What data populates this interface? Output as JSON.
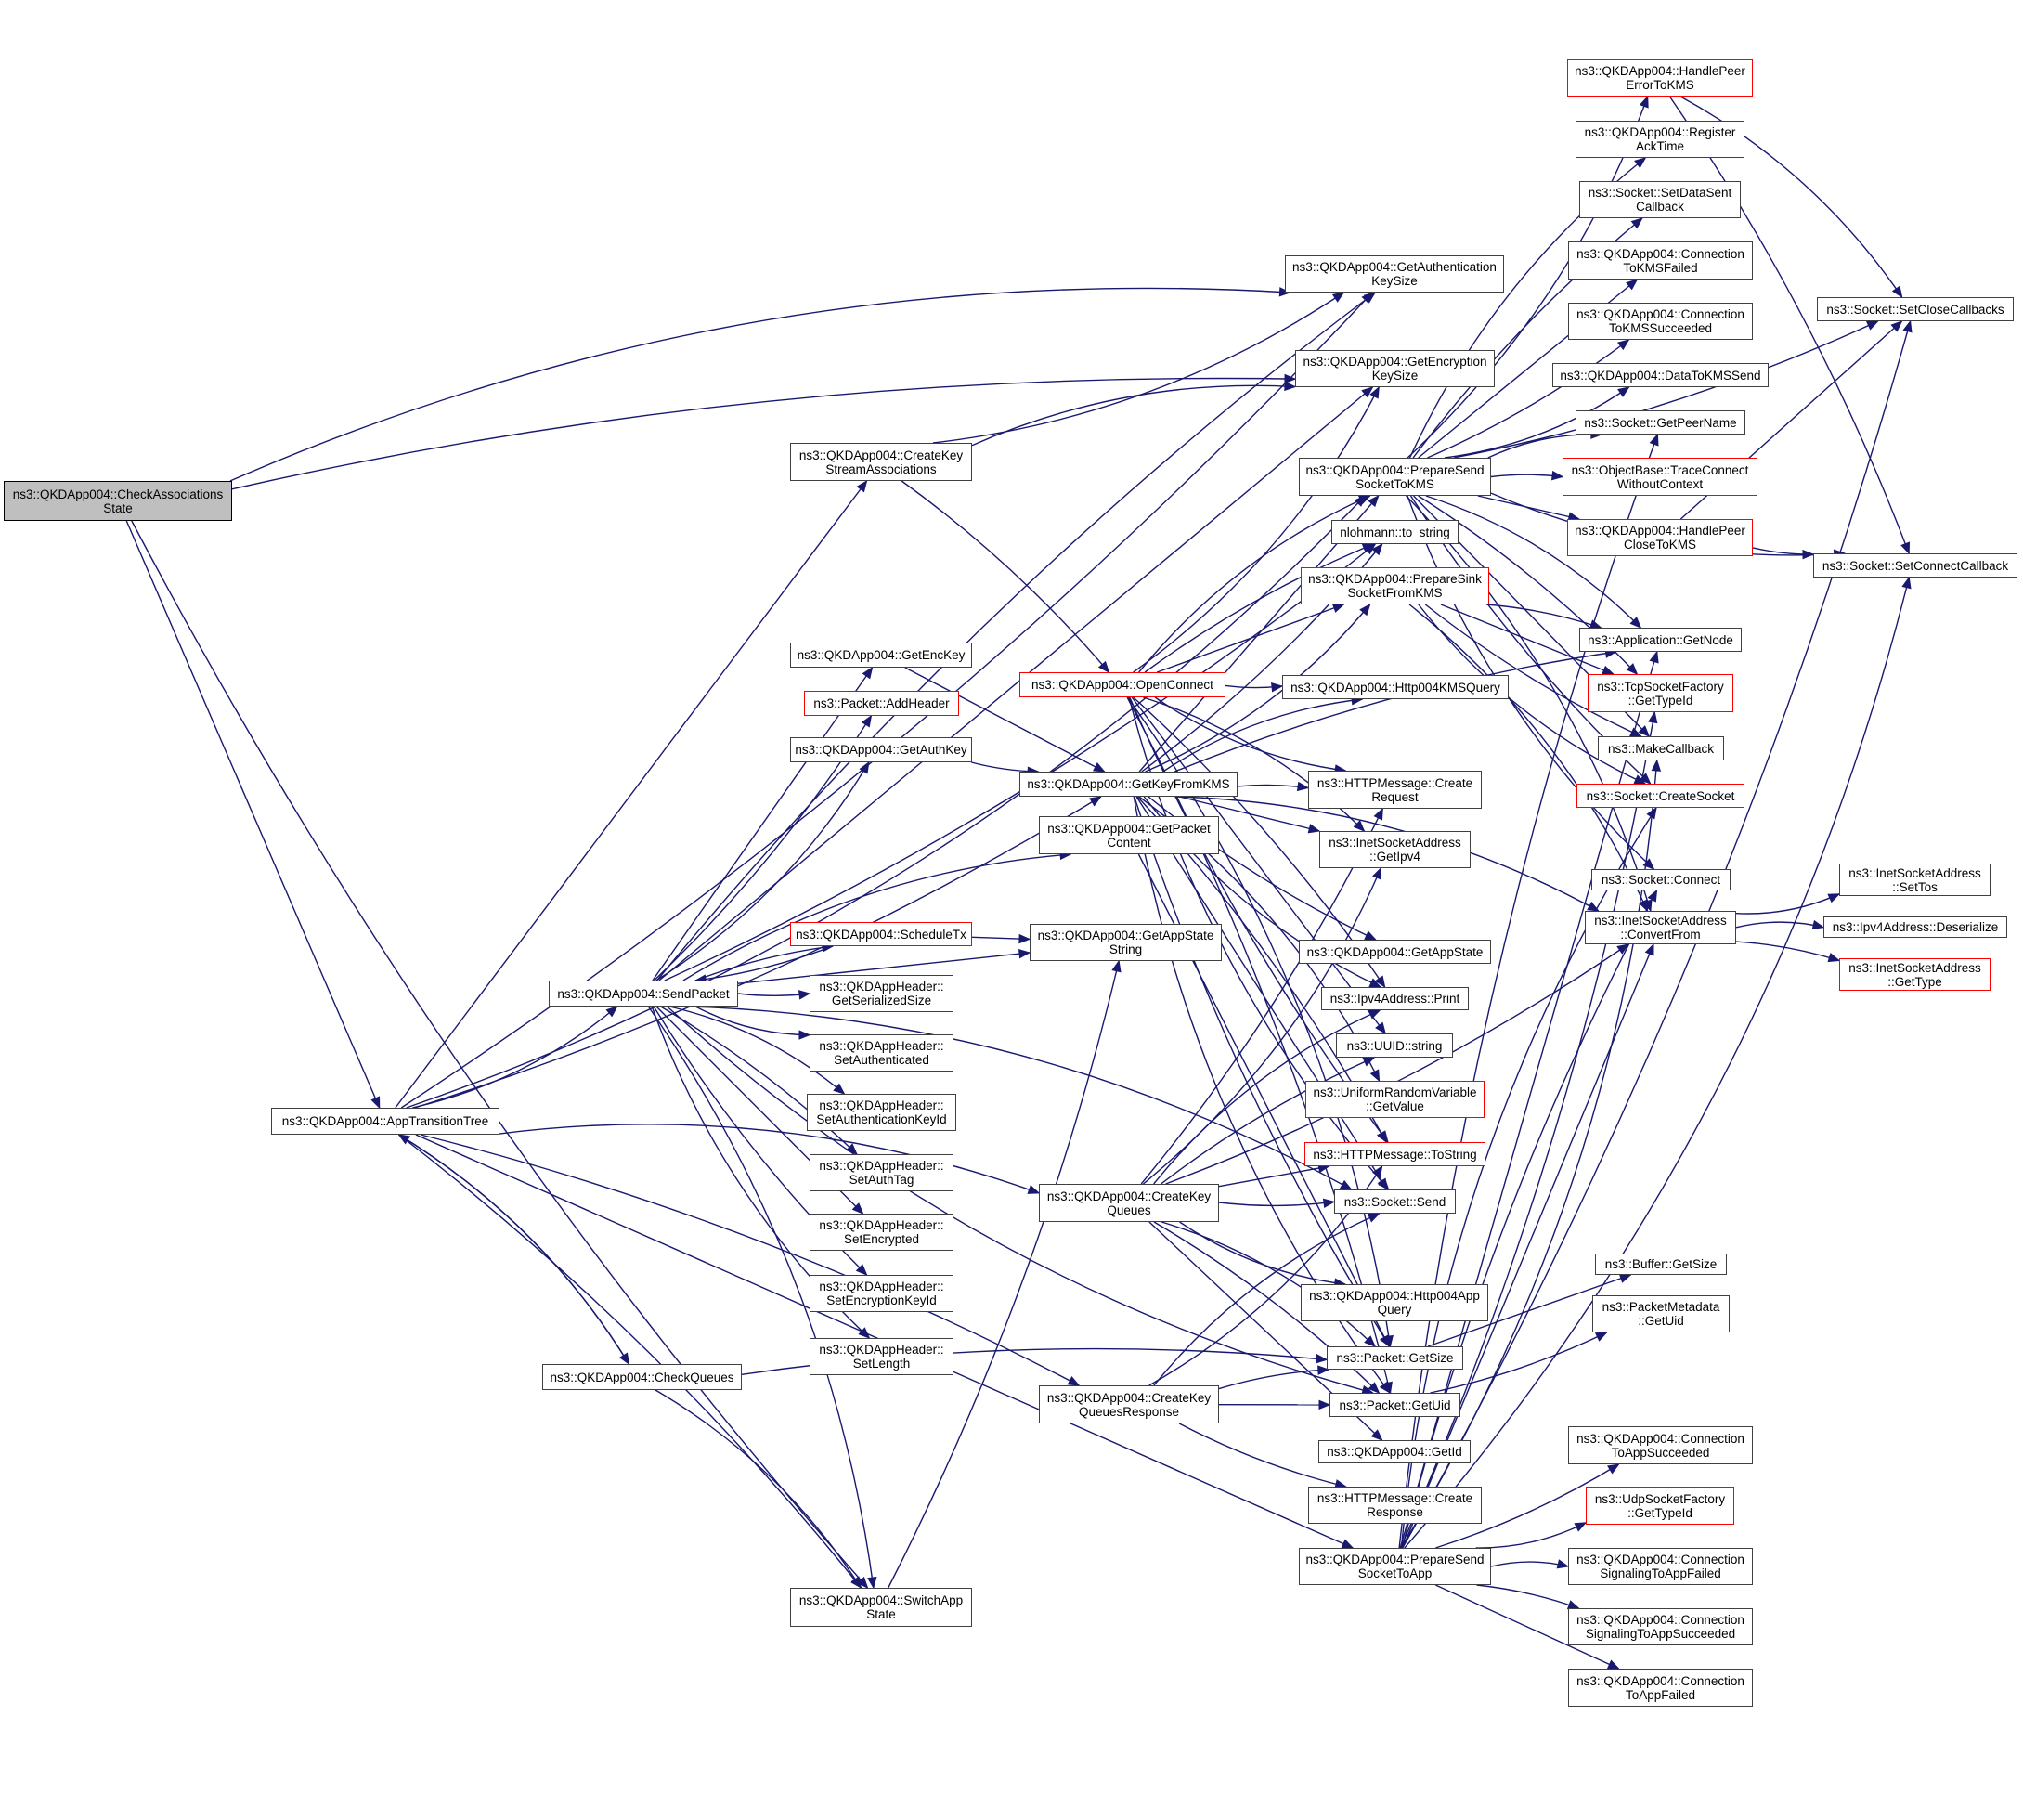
{
  "title": "Call graph of ns3::QKDApp004::CheckAssociationsState",
  "colors": {
    "edge": "#191970",
    "root_fill": "#bfbfbf",
    "border": "#404040",
    "external_border": "#ff0000"
  },
  "nodes": {
    "check_associations_state": {
      "lines": [
        "ns3::QKDApp004::CheckAssociations",
        "State"
      ],
      "kind": "root"
    },
    "app_transition_tree": {
      "lines": [
        "ns3::QKDApp004::AppTransitionTree"
      ],
      "kind": "normal"
    },
    "send_packet": {
      "lines": [
        "ns3::QKDApp004::SendPacket"
      ],
      "kind": "normal"
    },
    "check_queues": {
      "lines": [
        "ns3::QKDApp004::CheckQueues"
      ],
      "kind": "normal"
    },
    "switch_app_state": {
      "lines": [
        "ns3::QKDApp004::SwitchApp",
        "State"
      ],
      "kind": "normal"
    },
    "create_key_stream_associations": {
      "lines": [
        "ns3::QKDApp004::CreateKey",
        "StreamAssociations"
      ],
      "kind": "normal"
    },
    "get_enc_key": {
      "lines": [
        "ns3::QKDApp004::GetEncKey"
      ],
      "kind": "normal"
    },
    "packet_add_header": {
      "lines": [
        "ns3::Packet::AddHeader"
      ],
      "kind": "red"
    },
    "get_auth_key": {
      "lines": [
        "ns3::QKDApp004::GetAuthKey"
      ],
      "kind": "normal"
    },
    "schedule_tx": {
      "lines": [
        "ns3::QKDApp004::ScheduleTx"
      ],
      "kind": "red"
    },
    "hdr_get_serialized_size": {
      "lines": [
        "ns3::QKDAppHeader::",
        "GetSerializedSize"
      ],
      "kind": "normal"
    },
    "hdr_set_authenticated": {
      "lines": [
        "ns3::QKDAppHeader::",
        "SetAuthenticated"
      ],
      "kind": "normal"
    },
    "hdr_set_authentication_key_id": {
      "lines": [
        "ns3::QKDAppHeader::",
        "SetAuthenticationKeyId"
      ],
      "kind": "normal"
    },
    "hdr_set_auth_tag": {
      "lines": [
        "ns3::QKDAppHeader::",
        "SetAuthTag"
      ],
      "kind": "normal"
    },
    "hdr_set_encrypted": {
      "lines": [
        "ns3::QKDAppHeader::",
        "SetEncrypted"
      ],
      "kind": "normal"
    },
    "hdr_set_encryption_key_id": {
      "lines": [
        "ns3::QKDAppHeader::",
        "SetEncryptionKeyId"
      ],
      "kind": "normal"
    },
    "hdr_set_length": {
      "lines": [
        "ns3::QKDAppHeader::",
        "SetLength"
      ],
      "kind": "normal"
    },
    "open_connect": {
      "lines": [
        "ns3::QKDApp004::OpenConnect"
      ],
      "kind": "red"
    },
    "get_key_from_kms": {
      "lines": [
        "ns3::QKDApp004::GetKeyFromKMS"
      ],
      "kind": "normal"
    },
    "get_packet_content": {
      "lines": [
        "ns3::QKDApp004::GetPacket",
        "Content"
      ],
      "kind": "normal"
    },
    "get_app_state_string": {
      "lines": [
        "ns3::QKDApp004::GetAppState",
        "String"
      ],
      "kind": "normal"
    },
    "create_key_queues": {
      "lines": [
        "ns3::QKDApp004::CreateKey",
        "Queues"
      ],
      "kind": "normal"
    },
    "create_key_queues_response": {
      "lines": [
        "ns3::QKDApp004::CreateKey",
        "QueuesResponse"
      ],
      "kind": "normal"
    },
    "get_authentication_key_size": {
      "lines": [
        "ns3::QKDApp004::GetAuthentication",
        "KeySize"
      ],
      "kind": "normal"
    },
    "get_encryption_key_size": {
      "lines": [
        "ns3::QKDApp004::GetEncryption",
        "KeySize"
      ],
      "kind": "normal"
    },
    "prepare_send_socket_to_kms": {
      "lines": [
        "ns3::QKDApp004::PrepareSend",
        "SocketToKMS"
      ],
      "kind": "normal"
    },
    "nlohmann_to_string": {
      "lines": [
        "nlohmann::to_string"
      ],
      "kind": "normal"
    },
    "prepare_sink_socket_from_kms": {
      "lines": [
        "ns3::QKDApp004::PrepareSink",
        "SocketFromKMS"
      ],
      "kind": "red"
    },
    "http004_kms_query": {
      "lines": [
        "ns3::QKDApp004::Http004KMSQuery"
      ],
      "kind": "normal"
    },
    "http_create_request": {
      "lines": [
        "ns3::HTTPMessage::Create",
        "Request"
      ],
      "kind": "normal"
    },
    "inet_get_ipv4": {
      "lines": [
        "ns3::InetSocketAddress",
        "::GetIpv4"
      ],
      "kind": "normal"
    },
    "get_app_state": {
      "lines": [
        "ns3::QKDApp004::GetAppState"
      ],
      "kind": "normal"
    },
    "ipv4_print": {
      "lines": [
        "ns3::Ipv4Address::Print"
      ],
      "kind": "normal"
    },
    "uuid_string": {
      "lines": [
        "ns3::UUID::string"
      ],
      "kind": "normal"
    },
    "uniform_get_value": {
      "lines": [
        "ns3::UniformRandomVariable",
        "::GetValue"
      ],
      "kind": "red"
    },
    "http_to_string": {
      "lines": [
        "ns3::HTTPMessage::ToString"
      ],
      "kind": "red"
    },
    "socket_send": {
      "lines": [
        "ns3::Socket::Send"
      ],
      "kind": "normal"
    },
    "http004_app_query": {
      "lines": [
        "ns3::QKDApp004::Http004App",
        "Query"
      ],
      "kind": "normal"
    },
    "packet_get_size": {
      "lines": [
        "ns3::Packet::GetSize"
      ],
      "kind": "normal"
    },
    "packet_get_uid": {
      "lines": [
        "ns3::Packet::GetUid"
      ],
      "kind": "normal"
    },
    "get_id": {
      "lines": [
        "ns3::QKDApp004::GetId"
      ],
      "kind": "normal"
    },
    "http_create_response": {
      "lines": [
        "ns3::HTTPMessage::Create",
        "Response"
      ],
      "kind": "normal"
    },
    "prepare_send_socket_to_app": {
      "lines": [
        "ns3::QKDApp004::PrepareSend",
        "SocketToApp"
      ],
      "kind": "normal"
    },
    "handle_peer_error_to_kms": {
      "lines": [
        "ns3::QKDApp004::HandlePeer",
        "ErrorToKMS"
      ],
      "kind": "red"
    },
    "register_ack_time": {
      "lines": [
        "ns3::QKDApp004::Register",
        "AckTime"
      ],
      "kind": "normal"
    },
    "socket_set_data_sent_callback": {
      "lines": [
        "ns3::Socket::SetDataSent",
        "Callback"
      ],
      "kind": "normal"
    },
    "connection_to_kms_failed": {
      "lines": [
        "ns3::QKDApp004::Connection",
        "ToKMSFailed"
      ],
      "kind": "normal"
    },
    "connection_to_kms_succeeded": {
      "lines": [
        "ns3::QKDApp004::Connection",
        "ToKMSSucceeded"
      ],
      "kind": "normal"
    },
    "data_to_kms_send": {
      "lines": [
        "ns3::QKDApp004::DataToKMSSend"
      ],
      "kind": "normal"
    },
    "socket_get_peer_name": {
      "lines": [
        "ns3::Socket::GetPeerName"
      ],
      "kind": "normal"
    },
    "trace_connect_without_context": {
      "lines": [
        "ns3::ObjectBase::TraceConnect",
        "WithoutContext"
      ],
      "kind": "red"
    },
    "handle_peer_close_to_kms": {
      "lines": [
        "ns3::QKDApp004::HandlePeer",
        "CloseToKMS"
      ],
      "kind": "red"
    },
    "application_get_node": {
      "lines": [
        "ns3::Application::GetNode"
      ],
      "kind": "normal"
    },
    "tcp_socket_factory_get_type_id": {
      "lines": [
        "ns3::TcpSocketFactory",
        "::GetTypeId"
      ],
      "kind": "red"
    },
    "make_callback": {
      "lines": [
        "ns3::MakeCallback"
      ],
      "kind": "normal"
    },
    "socket_create_socket": {
      "lines": [
        "ns3::Socket::CreateSocket"
      ],
      "kind": "red"
    },
    "socket_connect": {
      "lines": [
        "ns3::Socket::Connect"
      ],
      "kind": "normal"
    },
    "inet_convert_from": {
      "lines": [
        "ns3::InetSocketAddress",
        "::ConvertFrom"
      ],
      "kind": "normal"
    },
    "buffer_get_size": {
      "lines": [
        "ns3::Buffer::GetSize"
      ],
      "kind": "normal"
    },
    "packet_metadata_get_uid": {
      "lines": [
        "ns3::PacketMetadata",
        "::GetUid"
      ],
      "kind": "normal"
    },
    "connection_to_app_succeeded": {
      "lines": [
        "ns3::QKDApp004::Connection",
        "ToAppSucceeded"
      ],
      "kind": "normal"
    },
    "udp_socket_factory_get_type_id": {
      "lines": [
        "ns3::UdpSocketFactory",
        "::GetTypeId"
      ],
      "kind": "red"
    },
    "connection_signaling_to_app_failed": {
      "lines": [
        "ns3::QKDApp004::Connection",
        "SignalingToAppFailed"
      ],
      "kind": "normal"
    },
    "connection_signaling_to_app_succeeded": {
      "lines": [
        "ns3::QKDApp004::Connection",
        "SignalingToAppSucceeded"
      ],
      "kind": "normal"
    },
    "connection_to_app_failed": {
      "lines": [
        "ns3::QKDApp004::Connection",
        "ToAppFailed"
      ],
      "kind": "normal"
    },
    "socket_set_close_callbacks": {
      "lines": [
        "ns3::Socket::SetCloseCallbacks"
      ],
      "kind": "normal"
    },
    "socket_set_connect_callback": {
      "lines": [
        "ns3::Socket::SetConnectCallback"
      ],
      "kind": "normal"
    },
    "inet_set_tos": {
      "lines": [
        "ns3::InetSocketAddress",
        "::SetTos"
      ],
      "kind": "normal"
    },
    "ipv4_deserialize": {
      "lines": [
        "ns3::Ipv4Address::Deserialize"
      ],
      "kind": "normal"
    },
    "inet_get_type": {
      "lines": [
        "ns3::InetSocketAddress",
        "::GetType"
      ],
      "kind": "red"
    }
  },
  "edges": [
    [
      "check_associations_state",
      "get_authentication_key_size"
    ],
    [
      "check_associations_state",
      "get_encryption_key_size"
    ],
    [
      "check_associations_state",
      "app_transition_tree"
    ],
    [
      "check_associations_state",
      "switch_app_state"
    ],
    [
      "app_transition_tree",
      "send_packet"
    ],
    [
      "app_transition_tree",
      "check_queues"
    ],
    [
      "app_transition_tree",
      "switch_app_state"
    ],
    [
      "app_transition_tree",
      "create_key_stream_associations"
    ],
    [
      "app_transition_tree",
      "get_authentication_key_size"
    ],
    [
      "app_transition_tree",
      "prepare_send_socket_to_kms"
    ],
    [
      "app_transition_tree",
      "create_key_queues"
    ],
    [
      "app_transition_tree",
      "create_key_queues_response"
    ],
    [
      "app_transition_tree",
      "prepare_send_socket_to_app"
    ],
    [
      "app_transition_tree",
      "get_key_from_kms"
    ],
    [
      "check_queues",
      "app_transition_tree"
    ],
    [
      "check_queues",
      "switch_app_state"
    ],
    [
      "check_queues",
      "packet_get_size"
    ],
    [
      "send_packet",
      "get_enc_key"
    ],
    [
      "send_packet",
      "packet_add_header"
    ],
    [
      "send_packet",
      "get_auth_key"
    ],
    [
      "send_packet",
      "get_packet_content"
    ],
    [
      "send_packet",
      "schedule_tx"
    ],
    [
      "send_packet",
      "get_app_state_string"
    ],
    [
      "send_packet",
      "hdr_get_serialized_size"
    ],
    [
      "send_packet",
      "hdr_set_authenticated"
    ],
    [
      "send_packet",
      "hdr_set_authentication_key_id"
    ],
    [
      "send_packet",
      "hdr_set_auth_tag"
    ],
    [
      "send_packet",
      "hdr_set_encrypted"
    ],
    [
      "send_packet",
      "hdr_set_encryption_key_id"
    ],
    [
      "send_packet",
      "hdr_set_length"
    ],
    [
      "send_packet",
      "switch_app_state"
    ],
    [
      "send_packet",
      "get_authentication_key_size"
    ],
    [
      "send_packet",
      "get_encryption_key_size"
    ],
    [
      "send_packet",
      "nlohmann_to_string"
    ],
    [
      "send_packet",
      "packet_get_uid"
    ],
    [
      "send_packet",
      "socket_send"
    ],
    [
      "schedule_tx",
      "send_packet"
    ],
    [
      "schedule_tx",
      "get_app_state_string"
    ],
    [
      "switch_app_state",
      "get_app_state_string"
    ],
    [
      "create_key_stream_associations",
      "get_authentication_key_size"
    ],
    [
      "create_key_stream_associations",
      "get_encryption_key_size"
    ],
    [
      "create_key_stream_associations",
      "open_connect"
    ],
    [
      "get_enc_key",
      "get_key_from_kms"
    ],
    [
      "get_auth_key",
      "get_key_from_kms"
    ],
    [
      "open_connect",
      "get_encryption_key_size"
    ],
    [
      "open_connect",
      "prepare_send_socket_to_kms"
    ],
    [
      "open_connect",
      "nlohmann_to_string"
    ],
    [
      "open_connect",
      "prepare_sink_socket_from_kms"
    ],
    [
      "open_connect",
      "http004_kms_query"
    ],
    [
      "open_connect",
      "http_create_request"
    ],
    [
      "open_connect",
      "inet_get_ipv4"
    ],
    [
      "open_connect",
      "ipv4_print"
    ],
    [
      "open_connect",
      "uuid_string"
    ],
    [
      "open_connect",
      "http_to_string"
    ],
    [
      "open_connect",
      "socket_send"
    ],
    [
      "open_connect",
      "packet_get_size"
    ],
    [
      "open_connect",
      "packet_get_uid"
    ],
    [
      "get_key_from_kms",
      "prepare_send_socket_to_kms"
    ],
    [
      "get_key_from_kms",
      "nlohmann_to_string"
    ],
    [
      "get_key_from_kms",
      "prepare_sink_socket_from_kms"
    ],
    [
      "get_key_from_kms",
      "http004_kms_query"
    ],
    [
      "get_key_from_kms",
      "http_create_request"
    ],
    [
      "get_key_from_kms",
      "inet_get_ipv4"
    ],
    [
      "get_key_from_kms",
      "get_app_state"
    ],
    [
      "get_key_from_kms",
      "ipv4_print"
    ],
    [
      "get_key_from_kms",
      "uniform_get_value"
    ],
    [
      "get_key_from_kms",
      "http_to_string"
    ],
    [
      "get_key_from_kms",
      "socket_send"
    ],
    [
      "get_key_from_kms",
      "packet_get_size"
    ],
    [
      "get_key_from_kms",
      "packet_get_uid"
    ],
    [
      "get_key_from_kms",
      "inet_convert_from"
    ],
    [
      "get_key_from_kms",
      "application_get_node"
    ],
    [
      "get_packet_content",
      "packet_get_size"
    ],
    [
      "create_key_queues",
      "http_create_request"
    ],
    [
      "create_key_queues",
      "inet_get_ipv4"
    ],
    [
      "create_key_queues",
      "ipv4_print"
    ],
    [
      "create_key_queues",
      "uuid_string"
    ],
    [
      "create_key_queues",
      "http_to_string"
    ],
    [
      "create_key_queues",
      "socket_send"
    ],
    [
      "create_key_queues",
      "http004_app_query"
    ],
    [
      "create_key_queues",
      "packet_get_size"
    ],
    [
      "create_key_queues",
      "packet_get_uid"
    ],
    [
      "create_key_queues",
      "get_id"
    ],
    [
      "create_key_queues",
      "inet_convert_from"
    ],
    [
      "create_key_queues_response",
      "http_to_string"
    ],
    [
      "create_key_queues_response",
      "socket_send"
    ],
    [
      "create_key_queues_response",
      "packet_get_size"
    ],
    [
      "create_key_queues_response",
      "packet_get_uid"
    ],
    [
      "create_key_queues_response",
      "http_create_response"
    ],
    [
      "prepare_send_socket_to_kms",
      "handle_peer_error_to_kms"
    ],
    [
      "prepare_send_socket_to_kms",
      "register_ack_time"
    ],
    [
      "prepare_send_socket_to_kms",
      "socket_set_data_sent_callback"
    ],
    [
      "prepare_send_socket_to_kms",
      "connection_to_kms_failed"
    ],
    [
      "prepare_send_socket_to_kms",
      "connection_to_kms_succeeded"
    ],
    [
      "prepare_send_socket_to_kms",
      "data_to_kms_send"
    ],
    [
      "prepare_send_socket_to_kms",
      "socket_get_peer_name"
    ],
    [
      "prepare_send_socket_to_kms",
      "trace_connect_without_context"
    ],
    [
      "prepare_send_socket_to_kms",
      "handle_peer_close_to_kms"
    ],
    [
      "prepare_send_socket_to_kms",
      "socket_set_close_callbacks"
    ],
    [
      "prepare_send_socket_to_kms",
      "socket_set_connect_callback"
    ],
    [
      "prepare_send_socket_to_kms",
      "application_get_node"
    ],
    [
      "prepare_send_socket_to_kms",
      "tcp_socket_factory_get_type_id"
    ],
    [
      "prepare_send_socket_to_kms",
      "make_callback"
    ],
    [
      "prepare_send_socket_to_kms",
      "socket_create_socket"
    ],
    [
      "prepare_send_socket_to_kms",
      "socket_connect"
    ],
    [
      "prepare_send_socket_to_kms",
      "inet_convert_from"
    ],
    [
      "prepare_sink_socket_from_kms",
      "application_get_node"
    ],
    [
      "prepare_sink_socket_from_kms",
      "tcp_socket_factory_get_type_id"
    ],
    [
      "prepare_sink_socket_from_kms",
      "make_callback"
    ],
    [
      "prepare_sink_socket_from_kms",
      "socket_create_socket"
    ],
    [
      "prepare_sink_socket_from_kms",
      "inet_convert_from"
    ],
    [
      "prepare_send_socket_to_app",
      "socket_get_peer_name"
    ],
    [
      "prepare_send_socket_to_app",
      "application_get_node"
    ],
    [
      "prepare_send_socket_to_app",
      "tcp_socket_factory_get_type_id"
    ],
    [
      "prepare_send_socket_to_app",
      "make_callback"
    ],
    [
      "prepare_send_socket_to_app",
      "socket_create_socket"
    ],
    [
      "prepare_send_socket_to_app",
      "socket_connect"
    ],
    [
      "prepare_send_socket_to_app",
      "inet_convert_from"
    ],
    [
      "prepare_send_socket_to_app",
      "connection_to_app_succeeded"
    ],
    [
      "prepare_send_socket_to_app",
      "udp_socket_factory_get_type_id"
    ],
    [
      "prepare_send_socket_to_app",
      "connection_signaling_to_app_failed"
    ],
    [
      "prepare_send_socket_to_app",
      "connection_signaling_to_app_succeeded"
    ],
    [
      "prepare_send_socket_to_app",
      "connection_to_app_failed"
    ],
    [
      "prepare_send_socket_to_app",
      "socket_set_close_callbacks"
    ],
    [
      "prepare_send_socket_to_app",
      "socket_set_connect_callback"
    ],
    [
      "handle_peer_error_to_kms",
      "socket_set_close_callbacks"
    ],
    [
      "handle_peer_error_to_kms",
      "socket_set_connect_callback"
    ],
    [
      "handle_peer_close_to_kms",
      "socket_set_close_callbacks"
    ],
    [
      "handle_peer_close_to_kms",
      "socket_set_connect_callback"
    ],
    [
      "inet_convert_from",
      "inet_set_tos"
    ],
    [
      "inet_convert_from",
      "ipv4_deserialize"
    ],
    [
      "inet_convert_from",
      "inet_get_type"
    ],
    [
      "packet_get_size",
      "buffer_get_size"
    ],
    [
      "packet_get_uid",
      "packet_metadata_get_uid"
    ]
  ]
}
